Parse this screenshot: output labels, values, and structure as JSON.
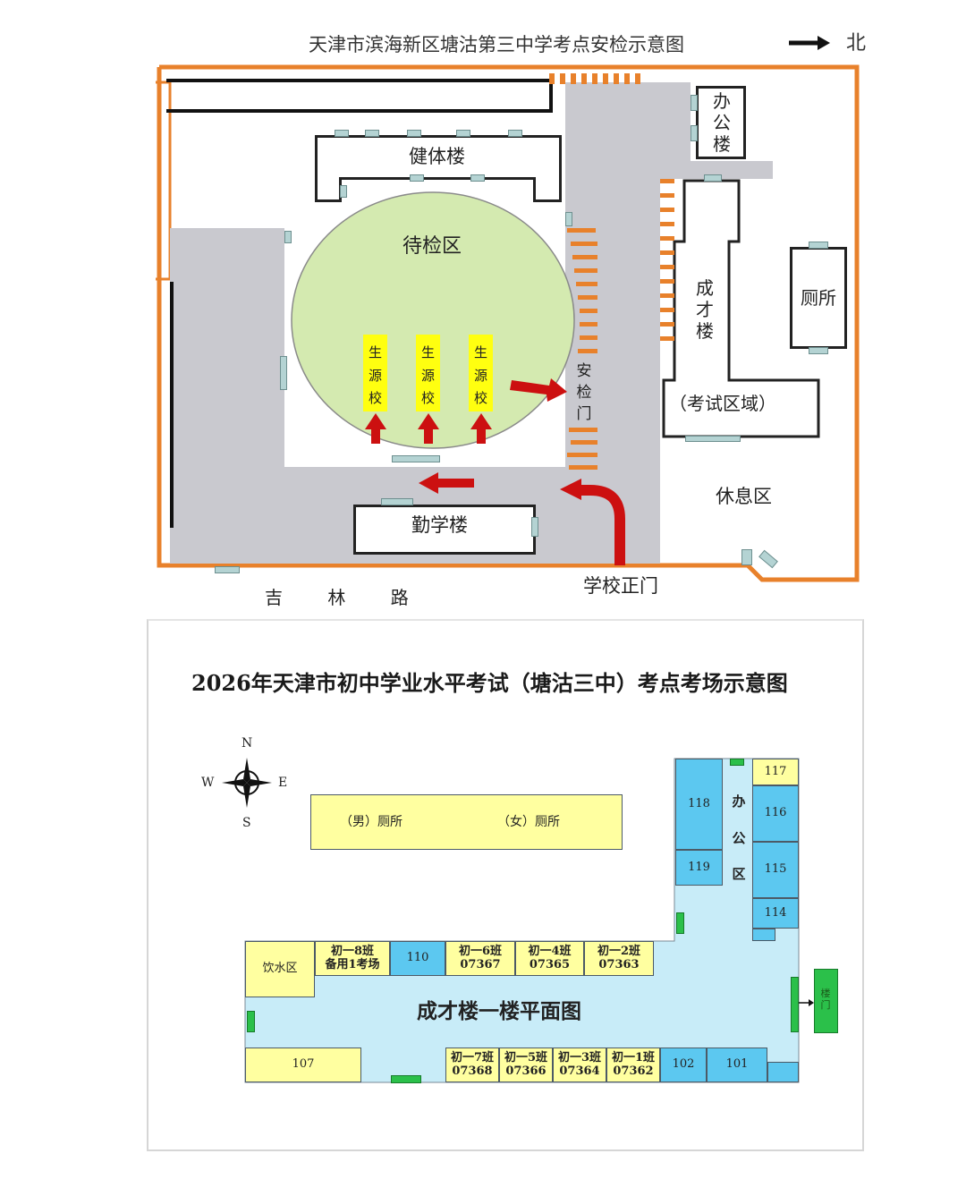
{
  "site_map": {
    "title": "天津市滨海新区塘沽第三中学考点安检示意图",
    "north_label": "北",
    "buildings": {
      "gym": "健体楼",
      "office": "办公楼",
      "chengcai": "成才楼",
      "exam_area": "（考试区域）",
      "toilet": "厕所",
      "qinxue": "勤学楼"
    },
    "zones": {
      "waiting": "待检区",
      "rest": "休息区",
      "security_gate": "安检门"
    },
    "source_school_label": "生源校",
    "main_gate": "学校正门",
    "road": "吉 林 路"
  },
  "floor_plan": {
    "title": "2026年天津市初中学业水平考试（塘沽三中）考点考场示意图",
    "subtitle": "成才楼一楼平面图",
    "compass": {
      "n": "N",
      "s": "S",
      "e": "E",
      "w": "W"
    },
    "toilet_male": "（男）厕所",
    "toilet_female": "（女）厕所",
    "office_area": "办公区",
    "water_area": "饮水区",
    "entrance": "楼门",
    "rooms": {
      "r117": "117",
      "r118": "118",
      "r116": "116",
      "r119": "119",
      "r115": "115",
      "r114": "114",
      "r110": "110",
      "r107": "107",
      "r102": "102",
      "r101": "101",
      "c8_class": "初一8班",
      "c8_note": "备用1考场",
      "c6_class": "初一6班",
      "c6_code": "07367",
      "c4_class": "初一4班",
      "c4_code": "07365",
      "c2_class": "初一2班",
      "c2_code": "07363",
      "c7_class": "初一7班",
      "c7_code": "07368",
      "c5_class": "初一5班",
      "c5_code": "07366",
      "c3_class": "初一3班",
      "c3_code": "07364",
      "c1_class": "初一1班",
      "c1_code": "07362"
    }
  },
  "colors": {
    "wall_orange": "#e8812b",
    "road_gray": "#c9c9cf",
    "waiting_green": "#d4eab0",
    "marker_yellow": "#ffff10",
    "arrow_red": "#cc1010",
    "room_yellow": "#ffffa0",
    "room_blue": "#5cc8f0",
    "corridor_blue": "#c8ecf8",
    "door_green": "#2bc04a"
  }
}
